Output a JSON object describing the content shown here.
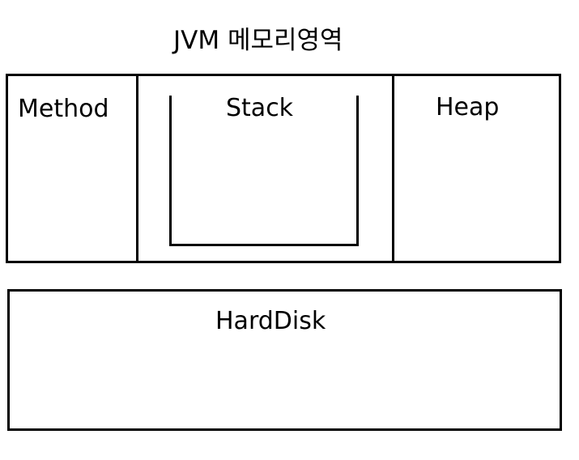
{
  "diagram": {
    "title": "JVM 메모리영역",
    "regions": {
      "method": "Method",
      "stack": "Stack",
      "heap": "Heap"
    },
    "storage": "HardDisk"
  }
}
